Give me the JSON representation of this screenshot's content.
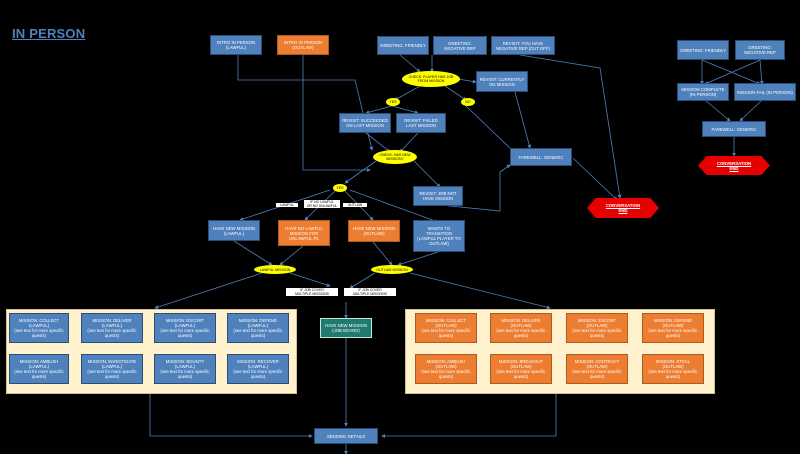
{
  "title": "IN PERSON",
  "entry": {
    "intro_lawful": "INTRO IN PERSON\n(LAWFUL)",
    "intro_outlaw": "INTRO IN PERSON\n(OUTLAW)",
    "greeting_friendly": "GREETING: FRIENDLY",
    "greeting_negative": "GREETING:\nNEGATIVE REP",
    "revisit_cut_off": "REVISIT: YOU HAVE\nNEGATIVE REP (CUT OFF)"
  },
  "flow": {
    "check_player_job": "CHECK: PLAYER HAS JOB\nFROM MISSION",
    "revisit_currently": "REVISIT: CURRENTLY\nON MISSION",
    "yes": "YES",
    "no": "NO",
    "revisit_succeeded": "REVISIT: SUCCEEDED\nON LAST MISSION",
    "revisit_failed": "REVISIT: FAILED\nLAST MISSION",
    "farewell_generic": "FAREWELL: GENERIC",
    "check_new_mission": "CHECK: HAS NEW\nMISSION?",
    "conversation_end": "CONVERSATION\nEND",
    "revisit_job_not": "REVISIT: JOB NOT\nHAVE MISSION",
    "label_lawful": "LAWFUL",
    "label_lawful_unlawful": "IF NO LAWFUL\nOR NO UNLAWFUL",
    "label_outlaw": "OUTLAW",
    "have_new_mission_lawful": "HAVE NEW MISSION\n(LAWFUL)",
    "have_no_lawful": "HAVE NO LAWFUL\nMISSION FOR\nUNLAWFUL PL",
    "have_new_mission_outlaw": "HAVE NEW MISSION\n(OUTLAW)",
    "wants_transition": "WANTS TO\nTRANSITION\n(LAWFUL PLAYER TO\nOUTLAW)",
    "lawful_mission": "LAWFUL MISSION",
    "outlaw_mission": "OUTLAW MISSION",
    "job_cover_1": "IF JOB COVER\nMULTIPLE MISSIONS",
    "job_cover_2": "IF JOB COVER\nMULTIPLE MISSIONS",
    "have_new_mission_job_board": "HAVE NEW MISSION\n(JOB BOARD)",
    "sending_details": "SENDING DETAILS"
  },
  "lawful_missions": [
    "MISSION: COLLECT\n(LAWFUL)\n(see text for more specific quests)",
    "MISSION: DELIVER\n(LAWFUL)\n(see text for more specific quests)",
    "MISSION: ESCORT\n(LAWFUL)\n(see text for more specific quests)",
    "MISSION: DEFEND\n(LAWFUL)\n(see text for more specific quests)",
    "MISSION: AMBUSH\n(LAWFUL)\n(see text for more specific quests)",
    "MISSION: INVESTIGATE\n(LAWFUL)\n(see text for more specific quests)",
    "MISSION: BOUNTY\n(LAWFUL)\n(see text for more specific quests)",
    "MISSION: RECOVER\n(LAWFUL)\n(see text for more specific quests)"
  ],
  "outlaw_missions": [
    "MISSION: COLLECT\n(OUTLAW)\n(see text for more specific quests)",
    "MISSION: DELIVER\n(OUTLAW)\n(see text for more specific quests)",
    "MISSION: ESCORT\n(OUTLAW)\n(see text for more specific quests)",
    "MISSION: DEFEND\n(OUTLAW)\n(see text for more specific quests)",
    "MISSION: AMBUSH\n(OUTLAW)\n(see text for more specific quests)",
    "MISSION: BREAKOUT\n(OUTLAW)\n(see text for more specific quests)",
    "MISSION: CONTRACT\n(OUTLAW)\n(see text for more specific quests)",
    "MISSION: STEAL\n(OUTLAW)\n(see text for more specific quests)"
  ],
  "side": {
    "greeting_friendly": "GREETING: FRIENDLY",
    "greeting_negative": "GREETING:\nNEGATIVE REP",
    "mission_complete": "MISSION COMPLETE\n(IN PERSON)",
    "mission_fail": "MISSION FAIL (IN PERSON)",
    "farewell_generic": "FAREWELL: GENERIC",
    "conversation_end": "CONVERSATION\nEND"
  },
  "colors": {
    "blue": "#4f81bd",
    "orange": "#ed7d31",
    "teal": "#1f7a6f",
    "red": "#e60000",
    "yellow": "#ffff00",
    "panel": "#fff2cc"
  }
}
